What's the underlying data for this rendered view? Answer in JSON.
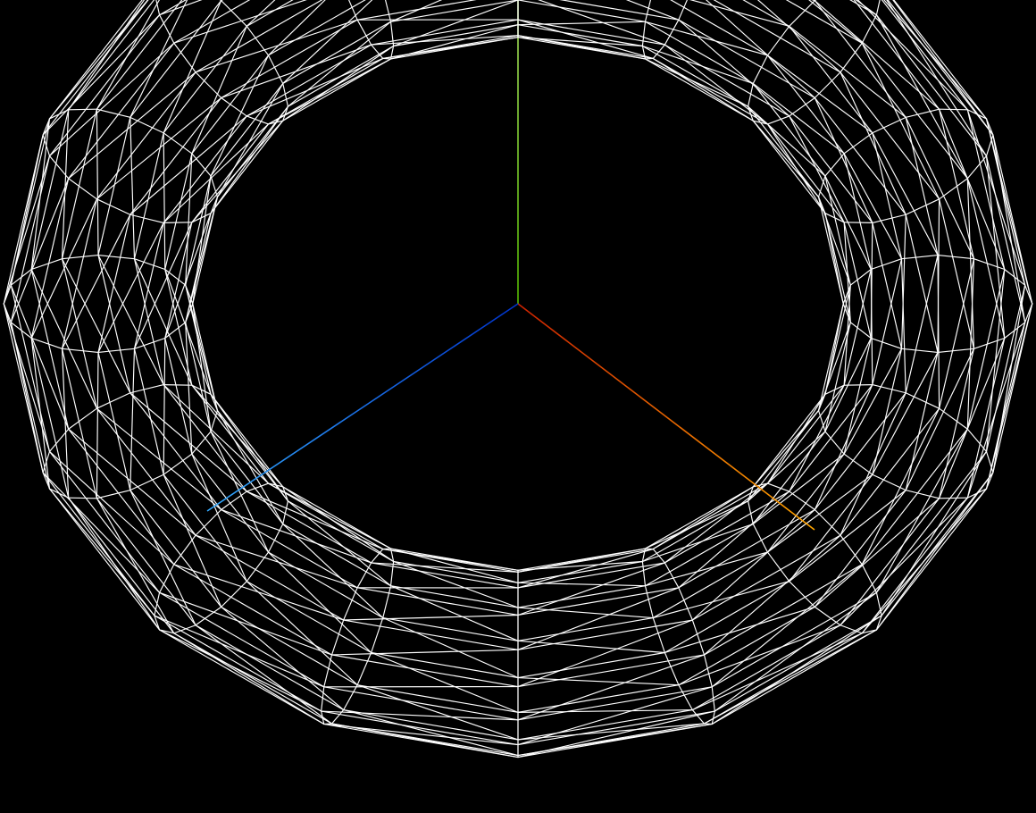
{
  "scene": {
    "object": "torus",
    "render_mode": "wireframe",
    "background_color": "#000000",
    "wire_color": "#ffffff",
    "mesh": {
      "radial_segments": 16,
      "tubular_segments": 16,
      "triangulated": true
    },
    "axes": [
      {
        "name": "x-axis",
        "from_color": "#cc2200",
        "to_color": "#ffa500"
      },
      {
        "name": "y-axis",
        "from_color": "#55bb00",
        "to_color": "#a8e060"
      },
      {
        "name": "z-axis",
        "from_color": "#0033cc",
        "to_color": "#33aaff"
      }
    ]
  }
}
